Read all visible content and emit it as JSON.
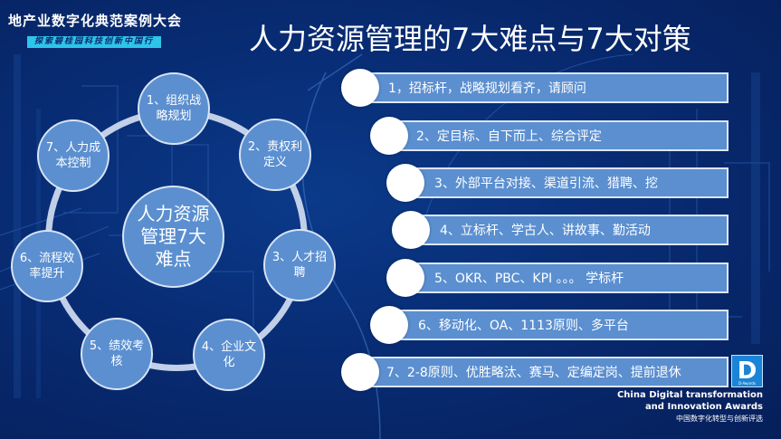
{
  "header": {
    "event_title": "地产业数字化典范案例大会",
    "event_subtitle": "探索碧桂园科技创新中国行"
  },
  "slide": {
    "title": "人力资源管理的7大难点与7大对策"
  },
  "difficulties": {
    "center": "人力资源管理7大难点",
    "items": [
      {
        "label": "1、组织战略规划"
      },
      {
        "label": "2、责权利定义"
      },
      {
        "label": "3、人才招聘"
      },
      {
        "label": "4、企业文化"
      },
      {
        "label": "5、绩效考核"
      },
      {
        "label": "6、流程效率提升"
      },
      {
        "label": "7、人力成本控制"
      }
    ]
  },
  "countermeasures": {
    "items": [
      {
        "label": "1，招标杆，战略规划看齐，请顾问"
      },
      {
        "label": "2、定目标、自下而上、综合评定"
      },
      {
        "label": "3、外部平台对接、渠道引流、猎聘、挖"
      },
      {
        "label": "4、立标杆、学古人、讲故事、勤活动"
      },
      {
        "label": "5、OKR、PBC、KPI 。。。 学标杆"
      },
      {
        "label": "6、移动化、OA、1113原则、多平台"
      },
      {
        "label": "7、2-8原则、优胜略汰、赛马、定编定岗、提前退休"
      }
    ]
  },
  "award": {
    "logo_letter": "D",
    "logo_caption": "D-Awards",
    "line1": "China Digital transformation",
    "line2": "and Innovation Awards",
    "line3": "中国数字化转型与创新评选"
  },
  "colors": {
    "background": "#082c74",
    "node_fill": "#5b8fd0",
    "ring": "#c2cfe8",
    "subtitle_bg": "#2ec5ea",
    "logo_bg": "#1b84d6"
  }
}
